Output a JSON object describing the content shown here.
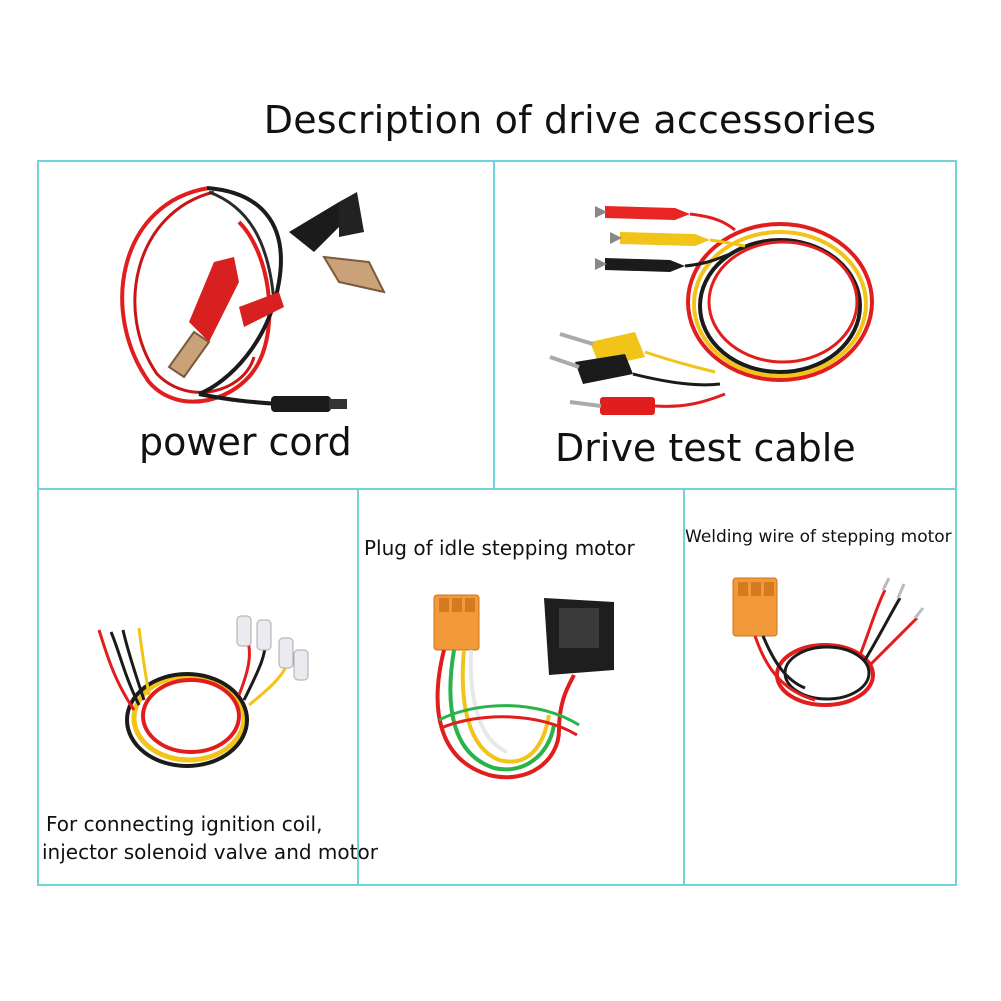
{
  "page": {
    "title": "Description of drive accessories"
  },
  "panels": {
    "power_cord": {
      "label": "power cord"
    },
    "drive_test_cable": {
      "label": "Drive test cable"
    },
    "connecting_wire": {
      "label_line1": "For connecting ignition coil,",
      "label_line2": "injector solenoid valve and motor"
    },
    "idle_plug": {
      "label": "Plug of idle stepping motor"
    },
    "welding_wire": {
      "label": "Welding wire of stepping motor"
    }
  },
  "colors": {
    "border": "#6fd3d8",
    "wire_red": "#e11d1d",
    "wire_black": "#1b1b1b",
    "wire_yellow": "#f2c318",
    "wire_green": "#2bb34a",
    "connector_orange": "#f29a3a"
  }
}
